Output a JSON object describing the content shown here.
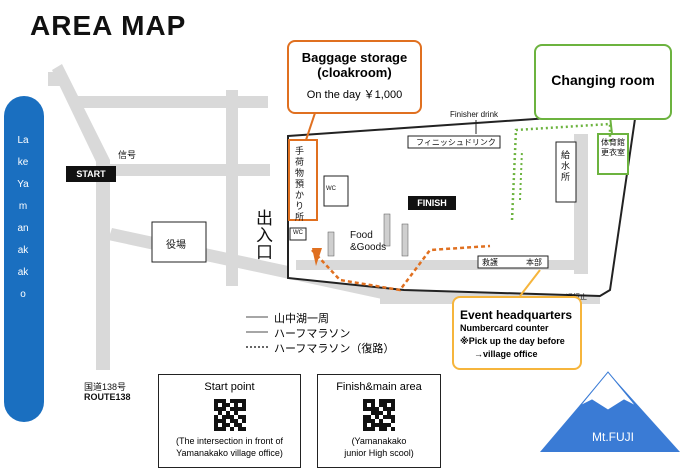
{
  "title": "AREA MAP",
  "lake": {
    "label": "Lake Yamanakako"
  },
  "route": {
    "jp": "国道138号",
    "en": "ROUTE138"
  },
  "signal": "信号",
  "start_label": "START",
  "finish_label": "FINISH",
  "exit_label": "出入口",
  "baggage": {
    "line1": "Baggage storage",
    "line2": "(cloakroom)",
    "line3": "On the day ￥1,000",
    "jp": "手荷物預かり所"
  },
  "changing": {
    "title": "Changing room",
    "jp": "体育館更衣室"
  },
  "finisher": {
    "en": "Finisher drink",
    "jp": "フィニッシュドリンク"
  },
  "food": {
    "line1": "Food",
    "line2": "&Goods"
  },
  "kyugo": "給水所",
  "office": "役場",
  "wc": "WC",
  "hq": {
    "jp1": "救護",
    "jp2": "本部"
  },
  "event": {
    "title": "Event headquarters",
    "line2": "Numbercard counter",
    "line3": "※Pick up the day before",
    "line4": "→village office"
  },
  "road_closed": "通行止",
  "legend": [
    {
      "label": "山中湖一周"
    },
    {
      "label": "ハーフマラソン"
    },
    {
      "label": "ハーフマラソン（復路）"
    }
  ],
  "start_point": {
    "title": "Start point",
    "line1": "(The intersection in front of",
    "line2": "Yamanakako village office)"
  },
  "finish_area": {
    "title": "Finish&main area",
    "line1": "(Yamanakako",
    "line2": "junior High scool)"
  },
  "fuji": "Mt.FUJI",
  "colors": {
    "orange": "#e07020",
    "green": "#6cb33f",
    "yellow": "#f6b53c",
    "lake": "#1a6fc0",
    "road": "#d9d9d9"
  }
}
